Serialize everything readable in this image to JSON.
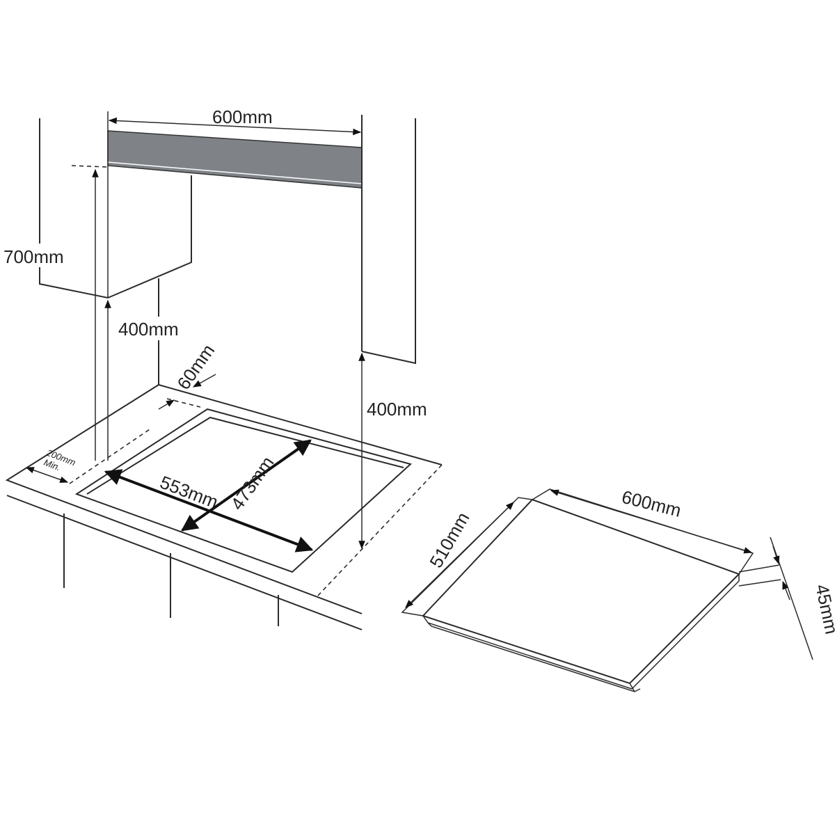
{
  "installation_view": {
    "hood_width": "600mm",
    "hood_height_above_hob": "700mm",
    "side_cabinet_clearance": "400mm",
    "side_wall_clearance": "400mm",
    "rear_clearance": "60mm",
    "front_clearance_line1": "200mm",
    "front_clearance_line2": "Min.",
    "cutout_width": "553mm",
    "cutout_depth": "473mm",
    "hood_color": "#7f8388"
  },
  "hob_view": {
    "width": "600mm",
    "depth": "510mm",
    "height": "45mm"
  }
}
